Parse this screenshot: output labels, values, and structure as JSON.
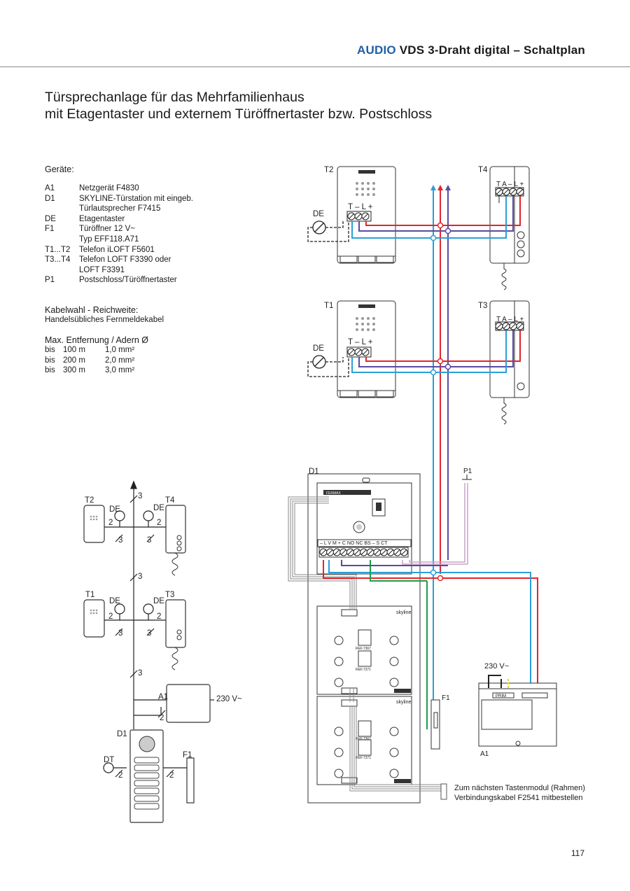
{
  "header": {
    "accent": "AUDIO",
    "rest": "VDS 3-Draht digital – Schaltplan"
  },
  "title": {
    "line1": "Türsprechanlage für das Mehrfamilienhaus",
    "line2": "mit Etagentaster und externem Türöffnertaster bzw. Postschloss"
  },
  "devices": {
    "heading": "Geräte:",
    "items": [
      {
        "code": "A1",
        "desc": "Netzgerät F4830"
      },
      {
        "code": "D1",
        "desc": "SKYLINE-Türstation mit eingeb."
      },
      {
        "code": "",
        "desc": "Türlautsprecher F7415"
      },
      {
        "code": "DE",
        "desc": "Etagentaster"
      },
      {
        "code": "F1",
        "desc": "Türöffner 12 V~"
      },
      {
        "code": "",
        "desc": "Typ EFF118.A71"
      },
      {
        "code": "T1...T2",
        "desc": "Telefon iLOFT F5601"
      },
      {
        "code": "T3...T4",
        "desc": "Telefon LOFT F3390 oder"
      },
      {
        "code": "",
        "desc": "LOFT F3391"
      },
      {
        "code": "P1",
        "desc": "Postschloss/Türöffnertaster"
      }
    ]
  },
  "cable": {
    "heading": "Kabelwahl - Reichweite:",
    "type": "Handelsübliches Fernmeldekabel"
  },
  "distance": {
    "heading": "Max. Entfernung / Adern Ø",
    "rows": [
      {
        "bis": "bis",
        "dist": "100 m",
        "area": "1,0 mm²"
      },
      {
        "bis": "bis",
        "dist": "200 m",
        "area": "2,0 mm²"
      },
      {
        "bis": "bis",
        "dist": "300 m",
        "area": "3,0 mm²"
      }
    ]
  },
  "diagram": {
    "T1": "T1",
    "T2": "T2",
    "T3": "T3",
    "T4": "T4",
    "DE": "DE",
    "D1": "D1",
    "P1": "P1",
    "F1": "F1",
    "A1": "A1",
    "DT": "DT",
    "terminals_iloft": "T – L +",
    "terminals_loft": "T A – L +",
    "voltage": "230 V~",
    "brand": "FERMAX",
    "d1_terminals": "– L V M + C NO NC BS – S CT",
    "module_label": "skyline",
    "ref1": "REF.7367",
    "ref2": "REF.7371",
    "psu_name": "PRIM",
    "riser": {
      "n3": "3",
      "n2": "2"
    }
  },
  "footnote": {
    "line1": "Zum nächsten Tastenmodul (Rahmen)",
    "line2": "Verbindungskabel F2541 mitbestellen"
  },
  "page_number": "117",
  "colors": {
    "accent": "#1d5fa8",
    "red": "#e0262c",
    "blue": "#2a9fd8",
    "purple": "#5a4aa0",
    "green": "#1e9e4a"
  }
}
